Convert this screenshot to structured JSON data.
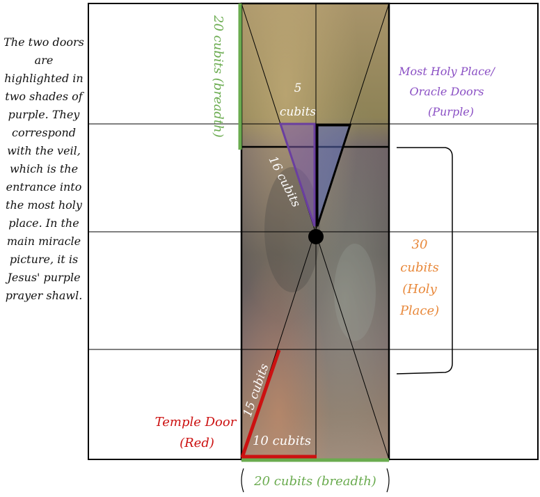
{
  "side_note": "The two doors are highlighted in two shades of purple. They correspond with the veil, which is the entrance into the most holy place. In the main miracle picture, it is Jesus' purple prayer shawl.",
  "labels": {
    "top_breadth": "20 cubits (breadth)",
    "most_holy_line1": "Most Holy Place/",
    "most_holy_line2": "Oracle Doors",
    "most_holy_line3": "(Purple)",
    "five_line1": "5",
    "five_line2": "cubits",
    "sixteen": "16 cubits",
    "holy_place_line1": "30",
    "holy_place_line2": "cubits",
    "holy_place_line3": "(Holy",
    "holy_place_line4": "Place)",
    "fifteen": "15 cubits",
    "temple_door_line1": "Temple Door",
    "temple_door_line2": "(Red)",
    "ten": "10 cubits",
    "bottom_breadth": "20 cubits (breadth)"
  },
  "colors": {
    "green": "#6aab4f",
    "purple_text": "#8a4fc4",
    "orange": "#e8883a",
    "red": "#cc1111",
    "white_text": "#ffffff",
    "purple_fill": "#7a60b8",
    "blue_fill": "#6070b8",
    "photo_top": "#9a8a5a",
    "photo_mid": "#6d6060",
    "photo_bottom": "#8a7a70"
  }
}
